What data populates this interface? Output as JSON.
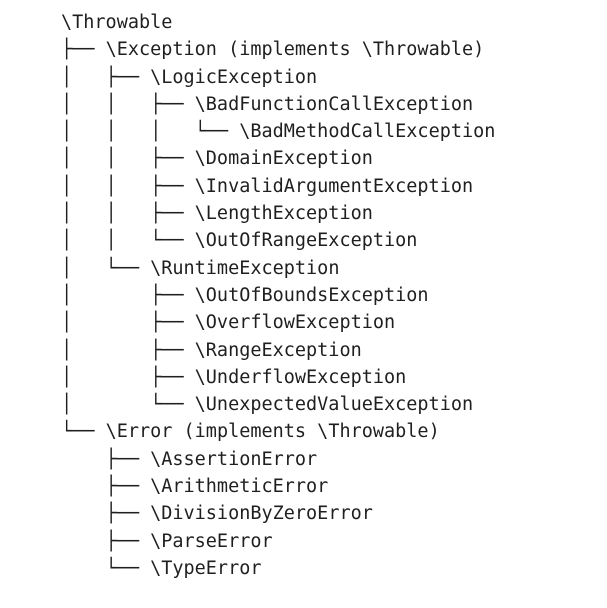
{
  "tree": {
    "lines": [
      {
        "prefix": "",
        "label": "\\Throwable"
      },
      {
        "prefix": "├── ",
        "label": "\\Exception (implements \\Throwable)"
      },
      {
        "prefix": "│   ├── ",
        "label": "\\LogicException"
      },
      {
        "prefix": "│   │   ├── ",
        "label": "\\BadFunctionCallException"
      },
      {
        "prefix": "│   │   │   └── ",
        "label": "\\BadMethodCallException"
      },
      {
        "prefix": "│   │   ├── ",
        "label": "\\DomainException"
      },
      {
        "prefix": "│   │   ├── ",
        "label": "\\InvalidArgumentException"
      },
      {
        "prefix": "│   │   ├── ",
        "label": "\\LengthException"
      },
      {
        "prefix": "│   │   └── ",
        "label": "\\OutOfRangeException"
      },
      {
        "prefix": "│   └── ",
        "label": "\\RuntimeException"
      },
      {
        "prefix": "│       ├── ",
        "label": "\\OutOfBoundsException"
      },
      {
        "prefix": "│       ├── ",
        "label": "\\OverflowException"
      },
      {
        "prefix": "│       ├── ",
        "label": "\\RangeException"
      },
      {
        "prefix": "│       ├── ",
        "label": "\\UnderflowException"
      },
      {
        "prefix": "│       └── ",
        "label": "\\UnexpectedValueException"
      },
      {
        "prefix": "└── ",
        "label": "\\Error (implements \\Throwable)"
      },
      {
        "prefix": "    ├── ",
        "label": "\\AssertionError"
      },
      {
        "prefix": "    ├── ",
        "label": "\\ArithmeticError"
      },
      {
        "prefix": "    ├── ",
        "label": "\\DivisionByZeroError"
      },
      {
        "prefix": "    ├── ",
        "label": "\\ParseError"
      },
      {
        "prefix": "    └── ",
        "label": "\\TypeError"
      }
    ]
  }
}
